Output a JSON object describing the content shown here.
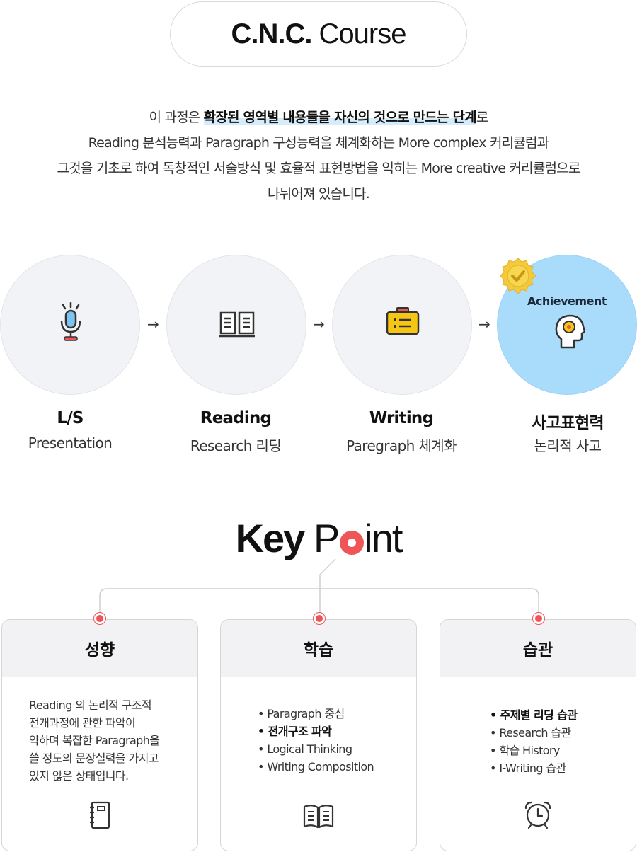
{
  "header": {
    "title_bold": "C.N.C.",
    "title_light": "Course"
  },
  "intro": {
    "line1_pre": "이 과정은 ",
    "line1_highlight": "확장된 영역별 내용들을 자신의 것으로 만드는 단계",
    "line1_post": "로",
    "line2": "Reading 분석능력과 Paragraph 구성능력을 체계화하는 More complex 커리큘럼과",
    "line3": "그것을 기초로 하여 독창적인 서술방식 및 효율적 표현방법을 익히는 More creative 커리큘럼으로",
    "line4": "나뉘어져 있습니다."
  },
  "steps": [
    {
      "title": "L/S",
      "subtitle": "Presentation",
      "icon": "microphone-icon"
    },
    {
      "title": "Reading",
      "subtitle": "Research 리딩",
      "icon": "open-book-icon"
    },
    {
      "title": "Writing",
      "subtitle": "Paregraph 체계화",
      "icon": "clipboard-icon"
    },
    {
      "title": "사고표현력",
      "subtitle": "논리적 사고",
      "icon": "head-gear-icon",
      "badge": "Achievement"
    }
  ],
  "arrow": "→",
  "keypoint": {
    "word1": "Key",
    "word2_p": "P",
    "word2_rest": "int"
  },
  "cards": [
    {
      "title": "성향",
      "text_lines": [
        "Reading 의 논리적 구조적",
        "전개과정에 관한 파악이",
        "약하며 복잡한 Paragraph을",
        "쓸 정도의 문장실력을 가지고",
        "있지 않은 상태입니다."
      ],
      "icon": "notebook-icon"
    },
    {
      "title": "학습",
      "items": [
        "Paragraph 중심",
        "전개구조 파악",
        "Logical Thinking",
        "Writing  Composition"
      ],
      "icon": "book-icon"
    },
    {
      "title": "습관",
      "items": [
        "주제별 리딩 습관",
        "Research 습관",
        "학습 History",
        "I-Writing 습관"
      ],
      "icon": "alarm-clock-icon"
    }
  ],
  "colors": {
    "accent": "#ef5556",
    "achievement_bg": "#a9dbfb",
    "circle_bg": "#f2f3f6",
    "icon_yellow": "#f6c614"
  }
}
